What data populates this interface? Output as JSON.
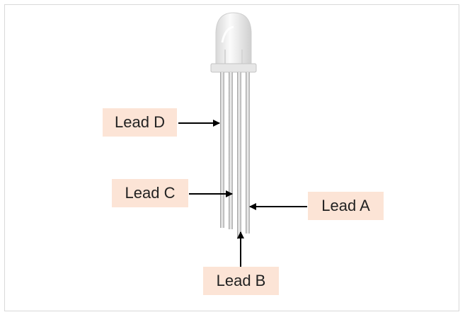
{
  "labels": {
    "lead_d": "Lead D",
    "lead_c": "Lead C",
    "lead_a": "Lead A",
    "lead_b": "Lead B"
  },
  "colors": {
    "label_background": "#fce4d6",
    "label_text": "#222222",
    "arrow": "#000000",
    "frame_border": "#d9d9d9",
    "lead_metal": "#d9d9d9",
    "lens": "#f2f2f2"
  },
  "icons": {
    "component": "rgb-led-icon",
    "pointer": "arrow-icon"
  }
}
